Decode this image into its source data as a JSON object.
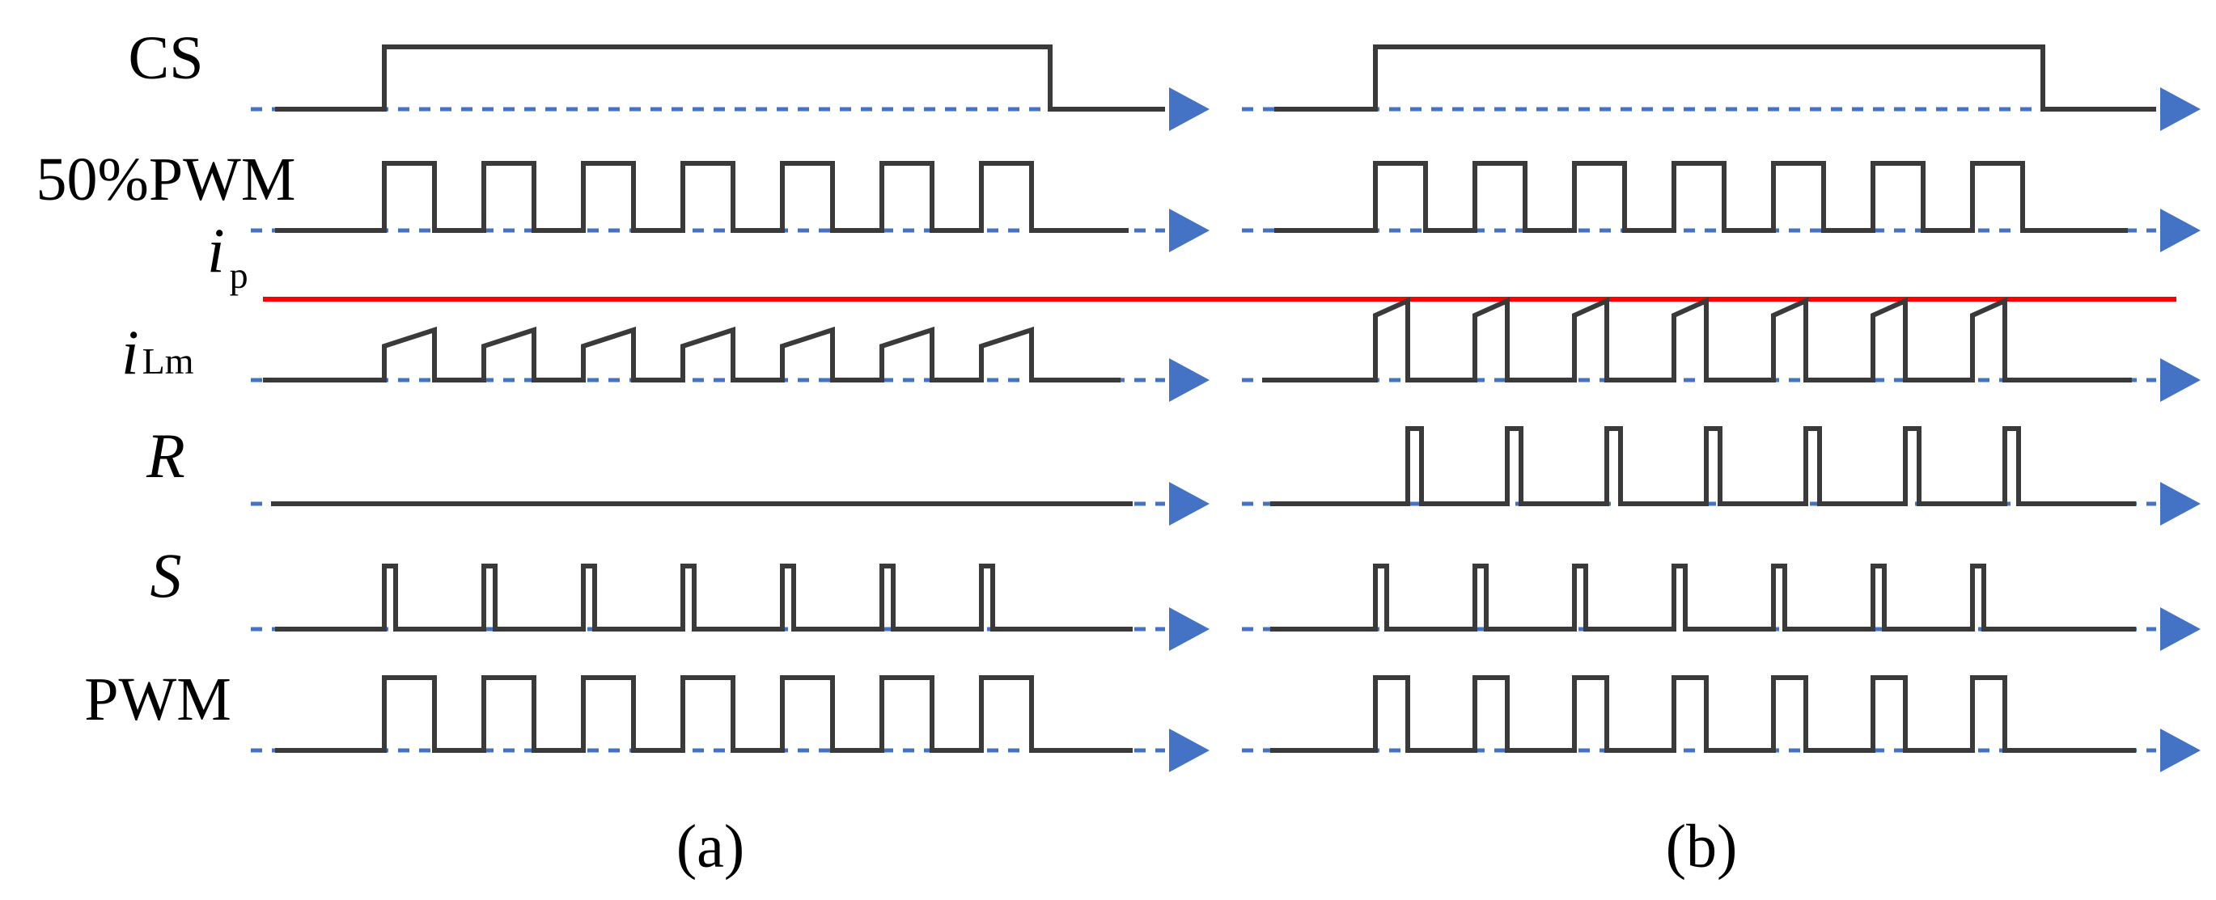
{
  "labels": {
    "cs": "CS",
    "pwm50": "50%PWM",
    "ilm_main": "i",
    "ilm_sub": "Lm",
    "r": "R",
    "s": "S",
    "pwm": "PWM",
    "ip_main": "i",
    "ip_sub": "p"
  },
  "captions": {
    "a": "(a)",
    "b": "(b)"
  },
  "colors": {
    "waveform": "#3a3a3a",
    "time_axis": "#4472c4",
    "arrow": "#4472c4",
    "peak_current_limit": "#ff0000",
    "text": "#000000"
  },
  "figure": {
    "panels": [
      "a",
      "b"
    ],
    "signals": [
      "CS",
      "50%PWM",
      "iLm",
      "R",
      "S",
      "PWM"
    ],
    "pulses_per_signal": 7,
    "cs_active": "high for the whole burst in both panels",
    "panel_a": "iLm ramps stay below the ip limit; R remains low; PWM follows 50%PWM",
    "panel_b": "iLm ramps reach the ip limit; R pulses at each crossing; PWM pulses are cut short"
  },
  "icons": {
    "axis_arrow": "right-triangle-arrow-icon"
  }
}
